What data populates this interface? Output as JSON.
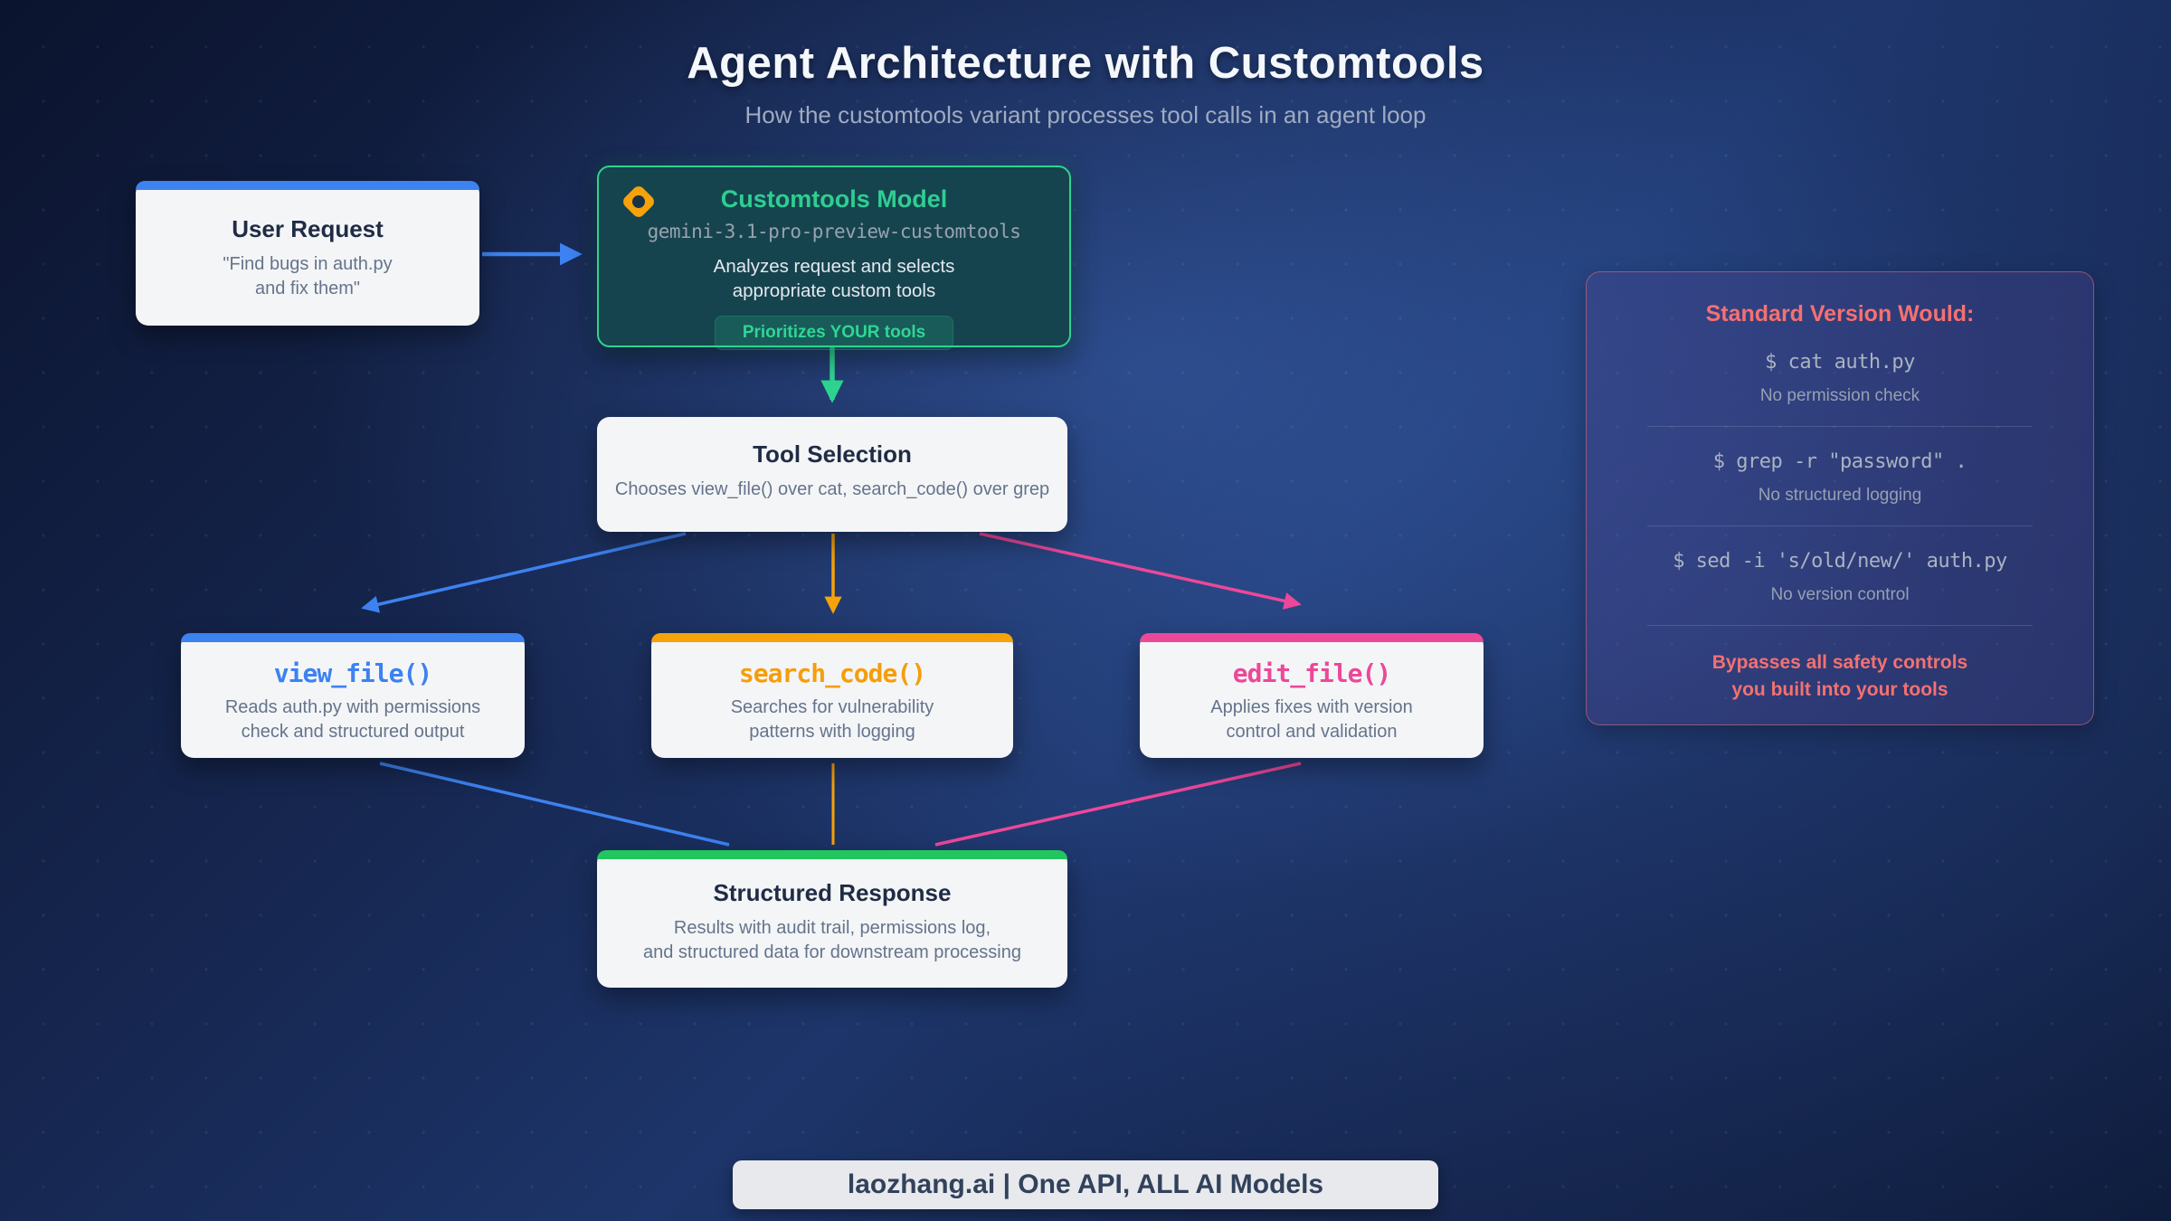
{
  "page": {
    "title": "Agent Architecture with Customtools",
    "subtitle": "How the customtools variant processes tool calls in an agent loop"
  },
  "nodes": {
    "user_request": {
      "title": "User Request",
      "body_line1": "\"Find bugs in auth.py",
      "body_line2": "and fix them\"",
      "accent": "#3b82f6"
    },
    "model": {
      "icon": "diamond-target-icon",
      "title": "Customtools Model",
      "model_name": "gemini-3.1-pro-preview-customtools",
      "body_line1": "Analyzes request and selects",
      "body_line2": "appropriate custom tools",
      "badge": "Prioritizes YOUR tools",
      "accent": "#2dd48f",
      "fill": "#16444e"
    },
    "tool_selection": {
      "title": "Tool Selection",
      "body": "Chooses view_file() over cat, search_code() over grep"
    },
    "view_file": {
      "title": "view_file()",
      "body_line1": "Reads auth.py with permissions",
      "body_line2": "check and structured output",
      "accent": "#3b82f6"
    },
    "search_code": {
      "title": "search_code()",
      "body_line1": "Searches for vulnerability",
      "body_line2": "patterns with logging",
      "accent": "#f5a20b"
    },
    "edit_file": {
      "title": "edit_file()",
      "body_line1": "Applies fixes with version",
      "body_line2": "control and validation",
      "accent": "#ec4899"
    },
    "structured_response": {
      "title": "Structured Response",
      "body_line1": "Results with audit trail, permissions log,",
      "body_line2": "and structured data for downstream processing",
      "accent": "#22c55e"
    }
  },
  "side_panel": {
    "title": "Standard Version Would:",
    "items": [
      {
        "command": "$ cat auth.py",
        "caption": "No permission check"
      },
      {
        "command": "$ grep -r \"password\" .",
        "caption": "No structured logging"
      },
      {
        "command": "$ sed -i 's/old/new/' auth.py",
        "caption": "No version control"
      }
    ],
    "warning_line1": "Bypasses all safety controls",
    "warning_line2": "you built into your tools",
    "border_color": "#eb6c76",
    "warning_color": "#f47171"
  },
  "footer": {
    "label": "laozhang.ai | One API, ALL AI Models"
  },
  "colors": {
    "background_navy": "#16264f",
    "accent_blue": "#3b82f6",
    "accent_green": "#2dd48f",
    "accent_orange": "#f5a20b",
    "accent_pink": "#ec4899",
    "accent_emerald": "#22c55e",
    "card_white": "#f4f5f7"
  }
}
